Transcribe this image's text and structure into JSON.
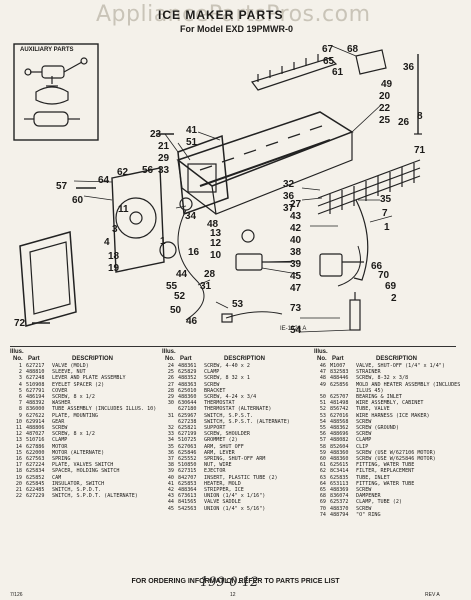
{
  "header": {
    "watermark": "AppliancePartsPros.com",
    "title": "ICE MAKER PARTS",
    "model": "For Model EXD 19PMWR-0",
    "aux_label": "AUXILIARY PARTS",
    "ref_code": "IE-1326 A"
  },
  "callouts": [
    {
      "id": "67",
      "name": "callout-67"
    },
    {
      "id": "68",
      "name": "callout-68"
    },
    {
      "id": "65",
      "name": "callout-65"
    },
    {
      "id": "61",
      "name": "callout-61"
    },
    {
      "id": "36",
      "name": "callout-36-top"
    },
    {
      "id": "49",
      "name": "callout-49"
    },
    {
      "id": "20",
      "name": "callout-20"
    },
    {
      "id": "22",
      "name": "callout-22"
    },
    {
      "id": "25",
      "name": "callout-25"
    },
    {
      "id": "26",
      "name": "callout-26"
    },
    {
      "id": "8",
      "name": "callout-8"
    },
    {
      "id": "71",
      "name": "callout-71"
    },
    {
      "id": "23",
      "name": "callout-23"
    },
    {
      "id": "41",
      "name": "callout-41"
    },
    {
      "id": "51",
      "name": "callout-51"
    },
    {
      "id": "21",
      "name": "callout-21"
    },
    {
      "id": "29",
      "name": "callout-29"
    },
    {
      "id": "33",
      "name": "callout-33"
    },
    {
      "id": "56",
      "name": "callout-56"
    },
    {
      "id": "62",
      "name": "callout-62"
    },
    {
      "id": "64",
      "name": "callout-64"
    },
    {
      "id": "57",
      "name": "callout-57"
    },
    {
      "id": "60",
      "name": "callout-60"
    },
    {
      "id": "11",
      "name": "callout-11"
    },
    {
      "id": "34",
      "name": "callout-34"
    },
    {
      "id": "3",
      "name": "callout-3"
    },
    {
      "id": "1",
      "name": "callout-1"
    },
    {
      "id": "16",
      "name": "callout-16"
    },
    {
      "id": "44",
      "name": "callout-44"
    },
    {
      "id": "52",
      "name": "callout-52"
    },
    {
      "id": "50",
      "name": "callout-50"
    },
    {
      "id": "46",
      "name": "callout-46"
    },
    {
      "id": "48",
      "name": "callout-48"
    },
    {
      "id": "13",
      "name": "callout-13"
    },
    {
      "id": "12",
      "name": "callout-12"
    },
    {
      "id": "10",
      "name": "callout-10"
    },
    {
      "id": "32",
      "name": "callout-32"
    },
    {
      "id": "36",
      "name": "callout-36-mid"
    },
    {
      "id": "37",
      "name": "callout-37"
    },
    {
      "id": "43",
      "name": "callout-43"
    },
    {
      "id": "42",
      "name": "callout-42"
    },
    {
      "id": "40",
      "name": "callout-40"
    },
    {
      "id": "38",
      "name": "callout-38"
    },
    {
      "id": "39",
      "name": "callout-39"
    },
    {
      "id": "35",
      "name": "callout-35"
    },
    {
      "id": "7",
      "name": "callout-7"
    },
    {
      "id": "1",
      "name": "callout-1-right"
    },
    {
      "id": "45",
      "name": "callout-45"
    },
    {
      "id": "55",
      "name": "callout-55"
    },
    {
      "id": "53",
      "name": "callout-53"
    },
    {
      "id": "47",
      "name": "callout-47"
    },
    {
      "id": "66",
      "name": "callout-66"
    },
    {
      "id": "70",
      "name": "callout-70"
    },
    {
      "id": "69",
      "name": "callout-69"
    },
    {
      "id": "2",
      "name": "callout-2"
    },
    {
      "id": "73",
      "name": "callout-73"
    },
    {
      "id": "72",
      "name": "callout-72"
    },
    {
      "id": "54",
      "name": "callout-54"
    },
    {
      "id": "4",
      "name": "callout-4"
    },
    {
      "id": "18",
      "name": "callout-18"
    },
    {
      "id": "19",
      "name": "callout-19"
    },
    {
      "id": "27",
      "name": "callout-27"
    },
    {
      "id": "28",
      "name": "callout-28"
    },
    {
      "id": "31",
      "name": "callout-31"
    }
  ],
  "table": {
    "head_illus": "Illus.",
    "head_no": "No.",
    "head_part": "Part",
    "head_desc": "DESCRIPTION",
    "columns": [
      [
        {
          "no": "1",
          "part": "627217",
          "desc": "VALVE (MOLD)"
        },
        {
          "no": "2",
          "part": "488810",
          "desc": "SLEEVE, NUT"
        },
        {
          "no": "3",
          "part": "627248",
          "desc": "LEVER AND PLATE ASSEMBLY"
        },
        {
          "no": "4",
          "part": "510908",
          "desc": "EYELET SPACER (2)"
        },
        {
          "no": "5",
          "part": "627791",
          "desc": "COVER"
        },
        {
          "no": "6",
          "part": "486194",
          "desc": "SCREW, 8 x 1/2"
        },
        {
          "no": "7",
          "part": "488392",
          "desc": "WASHER"
        },
        {
          "no": "8",
          "part": "836000",
          "desc": "TUBE ASSEMBLY (INCLUDES ILLUS. 10)"
        },
        {
          "no": "9",
          "part": "627622",
          "desc": "PLATE, MOUNTING"
        },
        {
          "no": "10",
          "part": "629914",
          "desc": "GEAR"
        },
        {
          "no": "11",
          "part": "488806",
          "desc": "SCREW"
        },
        {
          "no": "12",
          "part": "487027",
          "desc": "SCREW, 8 x 1/2"
        },
        {
          "no": "13",
          "part": "510716",
          "desc": "CLAMP"
        },
        {
          "no": "14",
          "part": "627886",
          "desc": "MOTOR"
        },
        {
          "no": "15",
          "part": "622000",
          "desc": "MOTOR (ALTERNATE)"
        },
        {
          "no": "16",
          "part": "627563",
          "desc": "SPRING"
        },
        {
          "no": "17",
          "part": "627224",
          "desc": "PLATE, VALVES SWITCH"
        },
        {
          "no": "18",
          "part": "625834",
          "desc": "SPACER, HOLDING SWITCH"
        },
        {
          "no": "19",
          "part": "625852",
          "desc": "CAM"
        },
        {
          "no": "20",
          "part": "625845",
          "desc": "INSULATOR, SWITCH"
        },
        {
          "no": "21",
          "part": "622485",
          "desc": "SWITCH, S.P.D.T."
        },
        {
          "no": "22",
          "part": "627229",
          "desc": "SWITCH, S.P.D.T. (ALTERNATE)"
        }
      ],
      [
        {
          "no": "24",
          "part": "488361",
          "desc": "SCREW, 4-40 x 2"
        },
        {
          "no": "25",
          "part": "625829",
          "desc": "CLAMP"
        },
        {
          "no": "26",
          "part": "488352",
          "desc": "SCREW, 8 32 x 1"
        },
        {
          "no": "27",
          "part": "488363",
          "desc": "SCREW"
        },
        {
          "no": "28",
          "part": "625010",
          "desc": "BRACKET"
        },
        {
          "no": "29",
          "part": "488360",
          "desc": "SCREW, 4-24 x 3/4"
        },
        {
          "no": "30",
          "part": "630644",
          "desc": "THERMOSTAT"
        },
        {
          "no": "",
          "part": "627180",
          "desc": "THERMOSTAT (ALTERNATE)"
        },
        {
          "no": "31",
          "part": "625967",
          "desc": "SWITCH, S.P.S.T."
        },
        {
          "no": "",
          "part": "627238",
          "desc": "SWITCH, S.P.S.T. (ALTERNATE)"
        },
        {
          "no": "32",
          "part": "625821",
          "desc": "SUPPORT"
        },
        {
          "no": "33",
          "part": "627199",
          "desc": "SCREW, SHOULDER"
        },
        {
          "no": "34",
          "part": "510725",
          "desc": "GROMMET (2)"
        },
        {
          "no": "35",
          "part": "627063",
          "desc": "ARM, SHUT OFF"
        },
        {
          "no": "36",
          "part": "625846",
          "desc": "ARM, LEVER"
        },
        {
          "no": "37",
          "part": "625552",
          "desc": "SPRING, SHUT-OFF ARM"
        },
        {
          "no": "38",
          "part": "510850",
          "desc": "NUT, WIRE"
        },
        {
          "no": "39",
          "part": "627315",
          "desc": "EJECTOR"
        },
        {
          "no": "40",
          "part": "842707",
          "desc": "INSERT, PLASTIC TUBE (2)"
        },
        {
          "no": "41",
          "part": "625853",
          "desc": "HEATER, MOLD"
        },
        {
          "no": "42",
          "part": "488364",
          "desc": "STRIPPER, ICE"
        },
        {
          "no": "43",
          "part": "673613",
          "desc": "UNION (1/4\" x 1/16\")"
        },
        {
          "no": "44",
          "part": "841565",
          "desc": "VALVE SADDLE"
        },
        {
          "no": "45",
          "part": "542563",
          "desc": "UNION (1/4\" x 5/16\")"
        }
      ],
      [
        {
          "no": "46",
          "part": "M1007",
          "desc": "VALVE, SHUT-OFF (1/4\" x 1/4\")"
        },
        {
          "no": "47",
          "part": "832583",
          "desc": "STRAINER"
        },
        {
          "no": "48",
          "part": "488446",
          "desc": "SCREW, 8-32 x 3/8"
        },
        {
          "no": "49",
          "part": "625856",
          "desc": "MOLD AND HEATER ASSEMBLY (INCLUDES ILLUS 45)"
        },
        {
          "no": "50",
          "part": "625707",
          "desc": "BEARING & INLET"
        },
        {
          "no": "51",
          "part": "481498",
          "desc": "WIRE ASSEMBLY, CABINET"
        },
        {
          "no": "52",
          "part": "856742",
          "desc": "TUBE, VALVE"
        },
        {
          "no": "53",
          "part": "627016",
          "desc": "WIRE HARNESS (ICE MAKER)"
        },
        {
          "no": "54",
          "part": "488568",
          "desc": "SCREW"
        },
        {
          "no": "55",
          "part": "488362",
          "desc": "SCREW (GROUND)"
        },
        {
          "no": "56",
          "part": "488696",
          "desc": "SCREW"
        },
        {
          "no": "57",
          "part": "488082",
          "desc": "CLAMP"
        },
        {
          "no": "58",
          "part": "852604",
          "desc": "CLIP"
        },
        {
          "no": "59",
          "part": "488360",
          "desc": "SCREW (USE W/627106 MOTOR)"
        },
        {
          "no": "60",
          "part": "488360",
          "desc": "SCREW (USE W/625846 MOTOR)"
        },
        {
          "no": "61",
          "part": "625615",
          "desc": "FITTING, WATER TUBE"
        },
        {
          "no": "62",
          "part": "8C3414",
          "desc": "FILTER, REPLACEMENT"
        },
        {
          "no": "63",
          "part": "625835",
          "desc": "TUBE, INLET"
        },
        {
          "no": "64",
          "part": "653113",
          "desc": "FITTING, WATER TUBE"
        },
        {
          "no": "65",
          "part": "488369",
          "desc": "SCREW"
        },
        {
          "no": "68",
          "part": "836074",
          "desc": "DAMPENER"
        },
        {
          "no": "69",
          "part": "625372",
          "desc": "CLAMP, TUBE (2)"
        },
        {
          "no": "70",
          "part": "488370",
          "desc": "SCREW"
        },
        {
          "no": "74",
          "part": "488794",
          "desc": "\"O\" RING"
        }
      ]
    ]
  },
  "footer": {
    "ordering_note": "FOR ORDERING INFORMATION REFER TO PARTS PRICE LIST",
    "bottom_left": "7/126",
    "page_number": "12",
    "bottom_right": "REV A",
    "handwritten_note": "199-0-12"
  }
}
